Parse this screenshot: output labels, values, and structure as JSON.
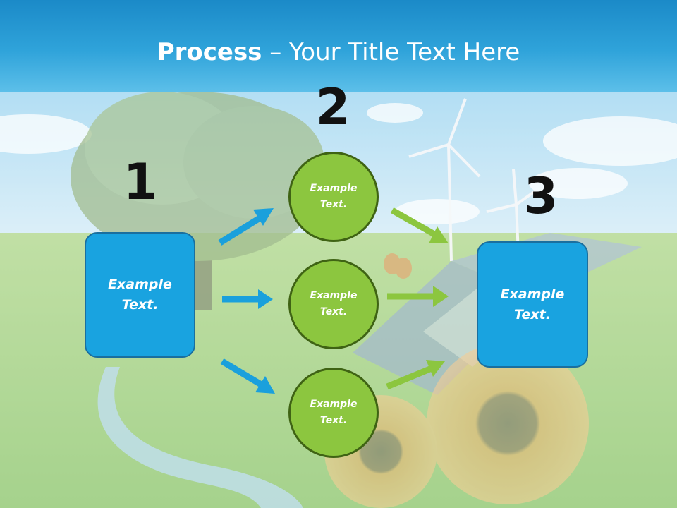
{
  "slide": {
    "title_bold": "Process",
    "title_rest": " – Your Title Text Here"
  },
  "steps": {
    "one": "1",
    "two": "2",
    "three": "3"
  },
  "nodes": {
    "source": "Example Text.",
    "middle_top": "Example Text.",
    "middle_center": "Example Text.",
    "middle_bottom": "Example Text.",
    "target": "Example Text."
  },
  "colors": {
    "title_band": "#1b8ac8",
    "blue_box": "#19a3e0",
    "green_circle": "#8cc63f",
    "blue_arrow": "#1aa0dc",
    "green_arrow": "#8cc63f"
  }
}
